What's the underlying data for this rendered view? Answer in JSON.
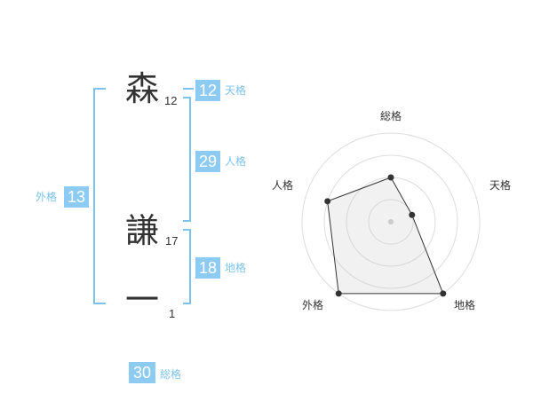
{
  "name": {
    "chars": [
      {
        "char": "森",
        "strokes": "12"
      },
      {
        "char": "謙",
        "strokes": "17"
      },
      {
        "char": "一",
        "strokes": "1"
      }
    ]
  },
  "kaku": {
    "tenkaku": {
      "value": "12",
      "label": "天格"
    },
    "jinkaku": {
      "value": "29",
      "label": "人格"
    },
    "chikaku": {
      "value": "18",
      "label": "地格"
    },
    "gaikaku": {
      "value": "13",
      "label": "外格"
    },
    "soukaku": {
      "value": "30",
      "label": "総格"
    }
  },
  "colors": {
    "accent": "#8ecbf3",
    "bracket": "#7cc3ee",
    "text": "#333333"
  },
  "chart_data": {
    "type": "radar",
    "axes": [
      "総格",
      "天格",
      "地格",
      "外格",
      "人格"
    ],
    "values": [
      2,
      1,
      4,
      4,
      3
    ],
    "rmax": 4
  }
}
